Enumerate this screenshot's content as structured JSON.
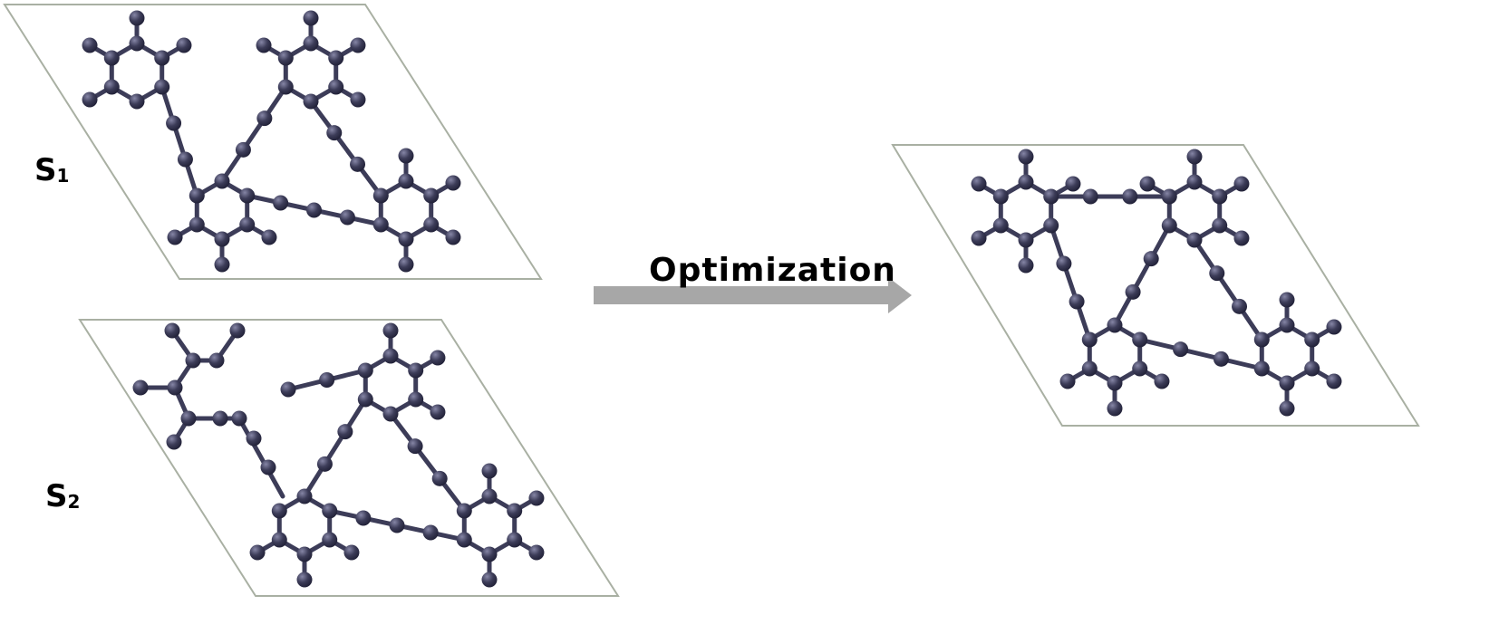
{
  "labels": {
    "s1": {
      "letter": "S",
      "sub": "1"
    },
    "s2": {
      "letter": "S",
      "sub": "2"
    },
    "optimization": "Optimization"
  },
  "colors": {
    "atom": "#3c3c58",
    "atom_highlight": "#8686a6",
    "bond": "#3c3c58",
    "cell": "#a9b0a3",
    "arrow": "#a7a7a7"
  },
  "icons": {
    "arrow": "right-arrow-icon"
  }
}
